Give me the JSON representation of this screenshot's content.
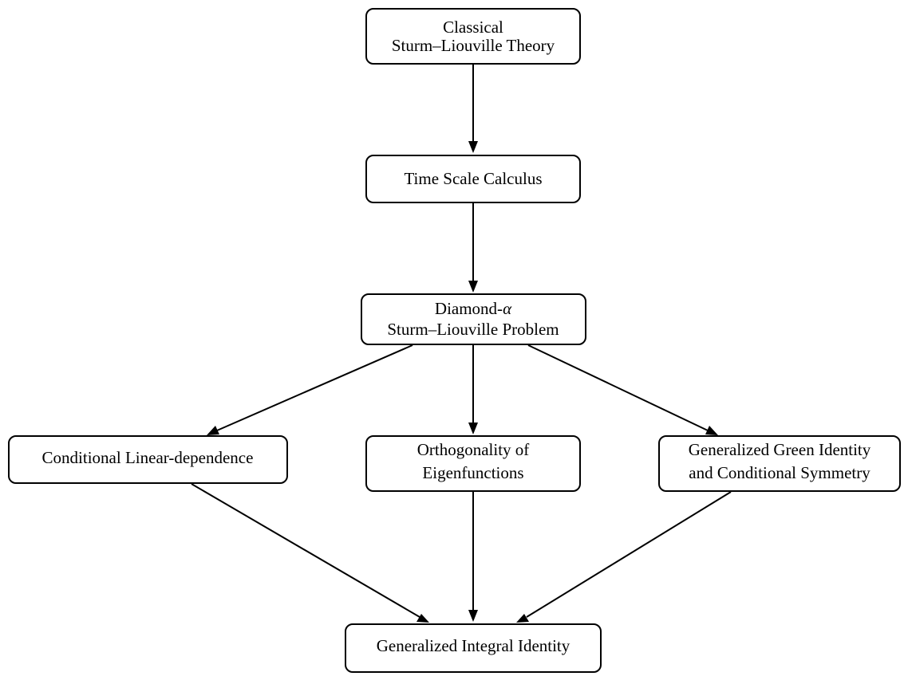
{
  "nodes": {
    "classical": {
      "line1": "Classical",
      "line2": "Sturm–Liouville Theory"
    },
    "time_scale": {
      "line1": "Time Scale Calculus"
    },
    "diamond": {
      "line1_prefix": "Diamond-",
      "line1_symbol": "α",
      "line2": "Sturm–Liouville Problem"
    },
    "linear_dependence": {
      "line1": "Conditional Linear-dependence"
    },
    "orthogonality": {
      "line1": "Orthogonality of",
      "line2": "Eigenfunctions"
    },
    "green_identity": {
      "line1": "Generalized Green Identity",
      "line2": "and Conditional Symmetry"
    },
    "integral_identity": {
      "line1": "Generalized Integral Identity"
    }
  },
  "edges": [
    {
      "from": "classical",
      "to": "time_scale"
    },
    {
      "from": "time_scale",
      "to": "diamond"
    },
    {
      "from": "diamond",
      "to": "linear_dependence"
    },
    {
      "from": "diamond",
      "to": "orthogonality"
    },
    {
      "from": "diamond",
      "to": "green_identity"
    },
    {
      "from": "linear_dependence",
      "to": "integral_identity"
    },
    {
      "from": "orthogonality",
      "to": "integral_identity"
    },
    {
      "from": "green_identity",
      "to": "integral_identity"
    }
  ]
}
